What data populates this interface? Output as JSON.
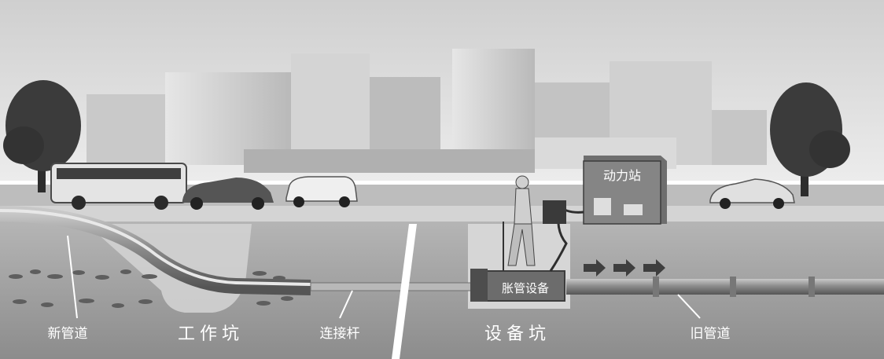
{
  "labels": {
    "power_station": "动力站",
    "expander": "胀管设备",
    "new_pipe": "新管道",
    "work_pit": "工作坑",
    "connecting_rod": "连接杆",
    "equipment_pit": "设备坑",
    "old_pipe": "旧管道"
  },
  "icons": [
    "tree-icon",
    "bus-icon",
    "car-icon",
    "suv-icon",
    "worker-icon",
    "arrow-right-icon"
  ],
  "colors": {
    "sky": "#d9d9d9",
    "building": "#bdbdbd",
    "road": "#c8c8c8",
    "ground": "#9e9e9e",
    "pipe": "#8a8a8a",
    "label": "#ffffff"
  }
}
